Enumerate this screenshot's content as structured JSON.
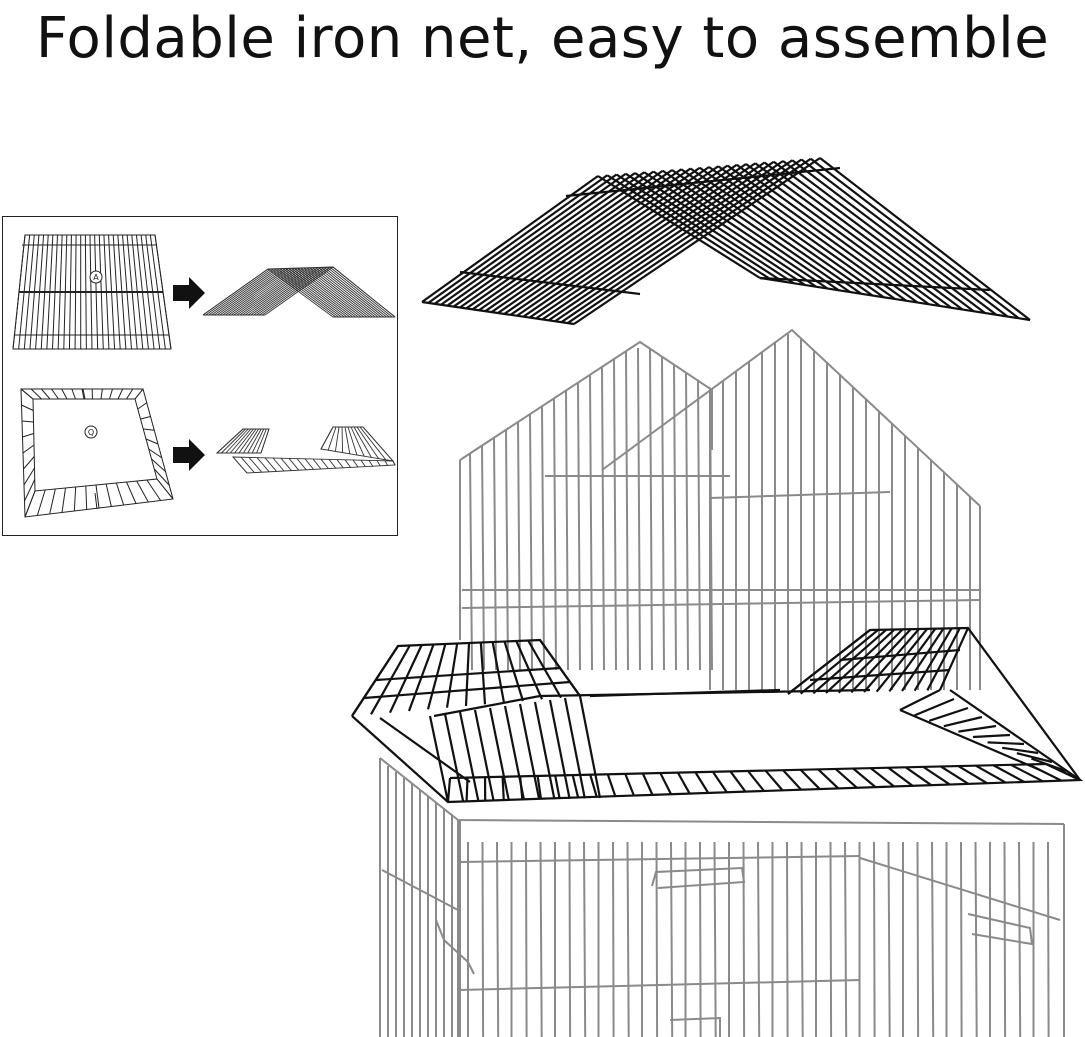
{
  "headline": "Foldable iron net, easy to assemble",
  "inset": {
    "step1_marker": "A",
    "step2_marker": "Q"
  },
  "colors": {
    "dark_wire": "#111111",
    "light_wire": "#8a8a8a",
    "background": "#ffffff"
  },
  "icons": [
    "arrow-right-icon",
    "arrow-right-icon"
  ]
}
